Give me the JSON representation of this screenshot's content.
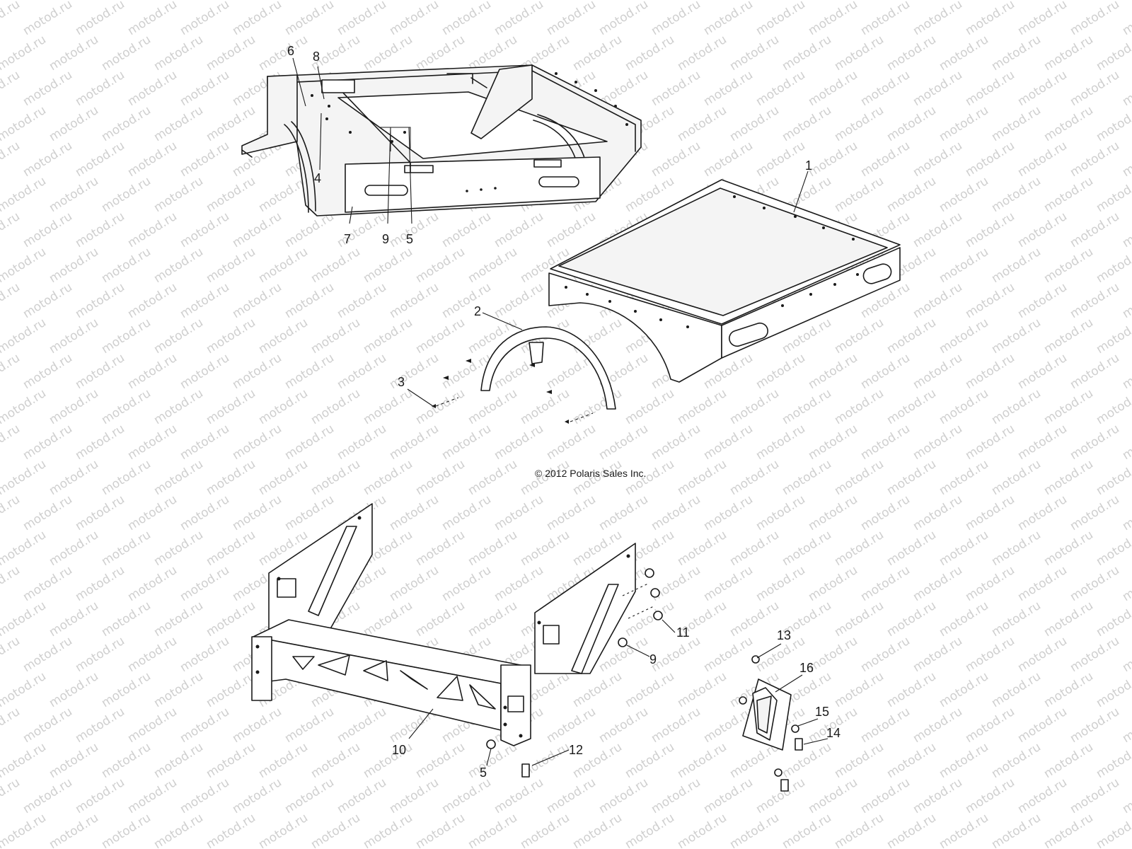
{
  "watermark": "motod.ru",
  "copyright": "© 2012 Polaris Sales Inc.",
  "callouts": {
    "c1": "1",
    "c2": "2",
    "c3": "3",
    "c4": "4",
    "c5a": "5",
    "c6": "6",
    "c7": "7",
    "c8": "8",
    "c9a": "9",
    "c5b": "5",
    "c9b": "9",
    "c10": "10",
    "c11": "11",
    "c12": "12",
    "c13": "13",
    "c14": "14",
    "c15": "15",
    "c16": "16"
  }
}
